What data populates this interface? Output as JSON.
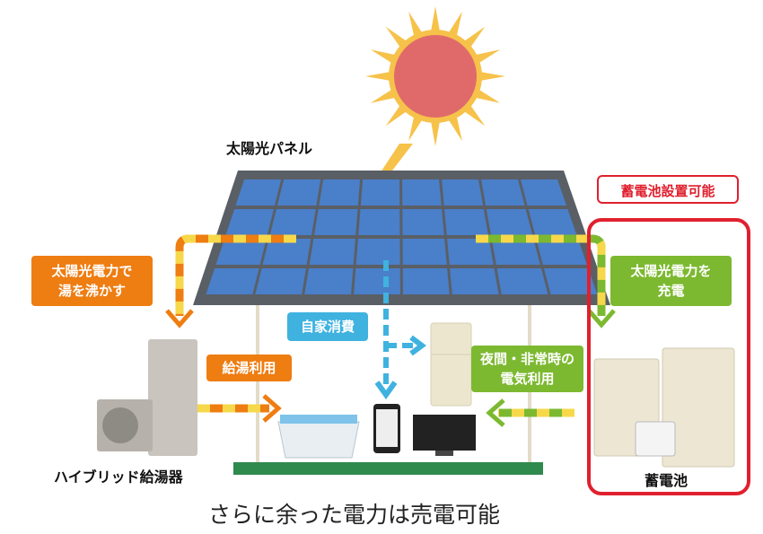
{
  "labels": {
    "solar_panel": "太陽光パネル",
    "battery_possible": "蓄電池設置可能",
    "boil_water": [
      "太陽光電力で",
      "湯を沸かす"
    ],
    "hot_water_use": "給湯利用",
    "self_consumption": "自家消費",
    "charge": [
      "太陽光電力を",
      "充電"
    ],
    "night_emergency": [
      "夜間・非常時の",
      "電気利用"
    ],
    "hybrid_heater": "ハイブリッド給湯器",
    "battery": "蓄電池",
    "footer": "さらに余った電力は売電可能"
  },
  "colors": {
    "orange": "#ee7d12",
    "green": "#7cb930",
    "blue": "#3fb2e0",
    "red": "#e0202e",
    "sun": "#e06a6a",
    "roof": "#5a5f66",
    "panel": "#4a7fc9"
  }
}
